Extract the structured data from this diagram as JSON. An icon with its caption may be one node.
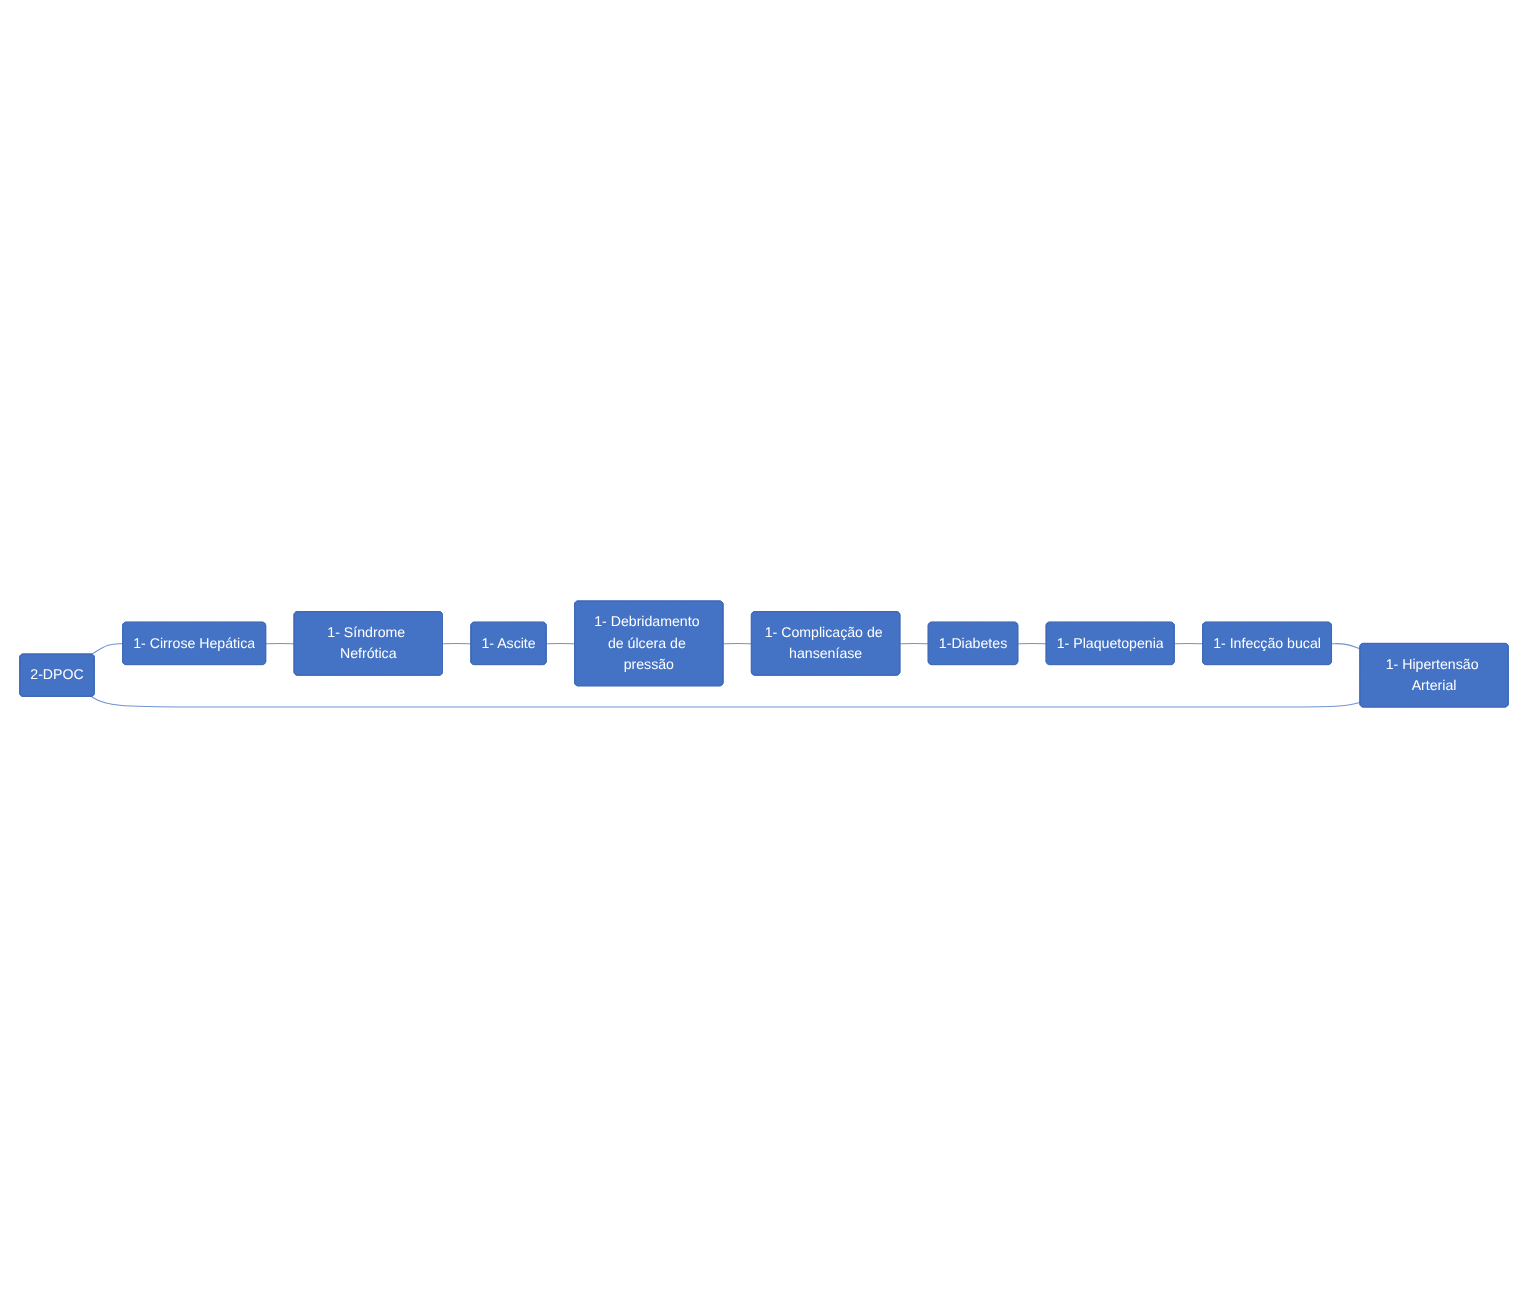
{
  "diagram": {
    "nodes": [
      {
        "text": [
          "2-DPOC"
        ]
      },
      {
        "text": [
          "1- Cirrose Hepática"
        ]
      },
      {
        "text": [
          "1- Síndrome Nefrótica"
        ]
      },
      {
        "text": [
          "1- Ascite"
        ]
      },
      {
        "text": [
          "1- Debridamento de úlcera de pressão"
        ]
      },
      {
        "text": [
          "1- Complicação de hanseníase"
        ]
      },
      {
        "text": [
          "1-Diabetes"
        ]
      },
      {
        "text": [
          "1- Plaquetopenia"
        ]
      },
      {
        "text": [
          "1- Infecção bucal"
        ]
      },
      {
        "text": [
          "1- Hipertensão Arterial"
        ]
      }
    ],
    "edges": [
      {
        "from": 0,
        "to": 1,
        "arrow": "none"
      },
      {
        "from": 1,
        "to": 2,
        "arrow": "none"
      },
      {
        "from": 2,
        "to": 3,
        "arrow": "none"
      },
      {
        "from": 3,
        "to": 4,
        "arrow": "none"
      },
      {
        "from": 4,
        "to": 5,
        "arrow": "none"
      },
      {
        "from": 5,
        "to": 6,
        "arrow": "none"
      },
      {
        "from": 6,
        "to": 7,
        "arrow": "none"
      },
      {
        "from": 7,
        "to": 8,
        "arrow": "none"
      },
      {
        "from": 8,
        "to": 9,
        "arrow": "none"
      },
      {
        "from": 9,
        "to": 0,
        "arrow": "none"
      }
    ]
  }
}
